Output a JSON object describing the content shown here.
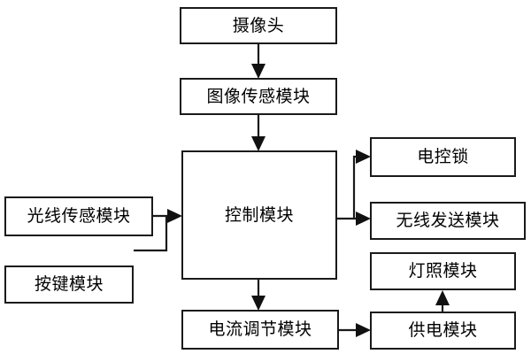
{
  "diagram": {
    "type": "block-diagram",
    "title": "",
    "background_color": "#ffffff",
    "line_color": "#1a1a1a",
    "box_fill": "#ffffff",
    "nodes": [
      {
        "id": "camera",
        "label": "摄像头",
        "column": "center",
        "row": 1
      },
      {
        "id": "image_sensor",
        "label": "图像传感模块",
        "column": "center",
        "row": 2
      },
      {
        "id": "control",
        "label": "控制模块",
        "column": "center",
        "row": 3
      },
      {
        "id": "light_sensor",
        "label": "光线传感模块",
        "column": "left",
        "row": 3
      },
      {
        "id": "key",
        "label": "按键模块",
        "column": "left",
        "row": 4
      },
      {
        "id": "lock",
        "label": "电控锁",
        "column": "right",
        "row": 1
      },
      {
        "id": "wireless",
        "label": "无线发送模块",
        "column": "right",
        "row": 2
      },
      {
        "id": "lamp",
        "label": "灯照模块",
        "column": "right",
        "row": 3
      },
      {
        "id": "power",
        "label": "供电模块",
        "column": "right",
        "row": 4
      },
      {
        "id": "current",
        "label": "电流调节模块",
        "column": "center",
        "row": 5
      }
    ],
    "edges": [
      {
        "from": "camera",
        "to": "image_sensor",
        "direction": "down"
      },
      {
        "from": "image_sensor",
        "to": "control",
        "direction": "down"
      },
      {
        "from": "light_sensor",
        "to": "control",
        "direction": "right"
      },
      {
        "from": "key",
        "to": "control",
        "direction": "right"
      },
      {
        "from": "control",
        "to": "lock",
        "direction": "right"
      },
      {
        "from": "control",
        "to": "wireless",
        "direction": "right"
      },
      {
        "from": "control",
        "to": "current",
        "direction": "down"
      },
      {
        "from": "current",
        "to": "power",
        "direction": "right"
      },
      {
        "from": "power",
        "to": "lamp",
        "direction": "up"
      }
    ]
  }
}
